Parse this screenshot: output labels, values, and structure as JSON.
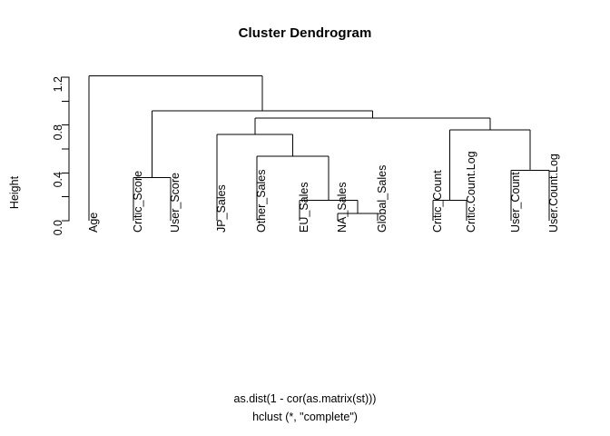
{
  "plot": {
    "title": "Cluster Dendrogram",
    "ylabel": "Height",
    "caption_line1": "as.dist(1 - cor(as.matrix(st)))",
    "caption_line2": "hclust (*, \"complete\")",
    "line_color": "#000000",
    "background": "#ffffff"
  },
  "axis": {
    "tick_labels": [
      "0.0",
      "0.4",
      "0.8",
      "1.2"
    ],
    "tick_values": [
      0.0,
      0.4,
      0.8,
      1.2
    ],
    "minor_tick_values": [
      0.2,
      0.6,
      1.0
    ],
    "range": [
      0.0,
      1.3
    ]
  },
  "chart_data": {
    "type": "dendrogram",
    "title": "Cluster Dendrogram",
    "xlabel": "as.dist(1 - cor(as.matrix(st)))",
    "ylabel": "Height",
    "ylim": [
      0.0,
      1.3
    ],
    "grid": false,
    "legend": "none",
    "method": "complete",
    "distance": "as.dist(1 - cor(as.matrix(st)))",
    "leaf_order": [
      "Age",
      "Critic_Score",
      "User_Score",
      "JP_Sales",
      "Other_Sales",
      "EU_Sales",
      "NA_Sales",
      "Global_Sales",
      "Critic_Count",
      "Critic.Count.Log",
      "User_Count",
      "User.Count.Log"
    ],
    "leaf_x": [
      98,
      147,
      188,
      239,
      283,
      330,
      372,
      416,
      477,
      514,
      563,
      605
    ],
    "merges": [
      {
        "id": "m1",
        "left": "Critic_Score",
        "right": "User_Score",
        "height": 0.36
      },
      {
        "id": "m2",
        "left": "NA_Sales",
        "right": "Global_Sales",
        "height": 0.06
      },
      {
        "id": "m3",
        "left": "EU_Sales",
        "right": "m2",
        "height": 0.17
      },
      {
        "id": "m4",
        "left": "Other_Sales",
        "right": "m3",
        "height": 0.54
      },
      {
        "id": "m5",
        "left": "JP_Sales",
        "right": "m4",
        "height": 0.72
      },
      {
        "id": "m6",
        "left": "Critic_Count",
        "right": "Critic.Count.Log",
        "height": 0.17
      },
      {
        "id": "m7",
        "left": "User_Count",
        "right": "User.Count.Log",
        "height": 0.42
      },
      {
        "id": "m8",
        "left": "m6",
        "right": "m7",
        "height": 0.76
      },
      {
        "id": "m9",
        "left": "m5",
        "right": "m8",
        "height": 0.86
      },
      {
        "id": "m10",
        "left": "m1",
        "right": "m9",
        "height": 0.92
      },
      {
        "id": "m11",
        "left": "Age",
        "right": "m10",
        "height": 1.21
      }
    ]
  }
}
